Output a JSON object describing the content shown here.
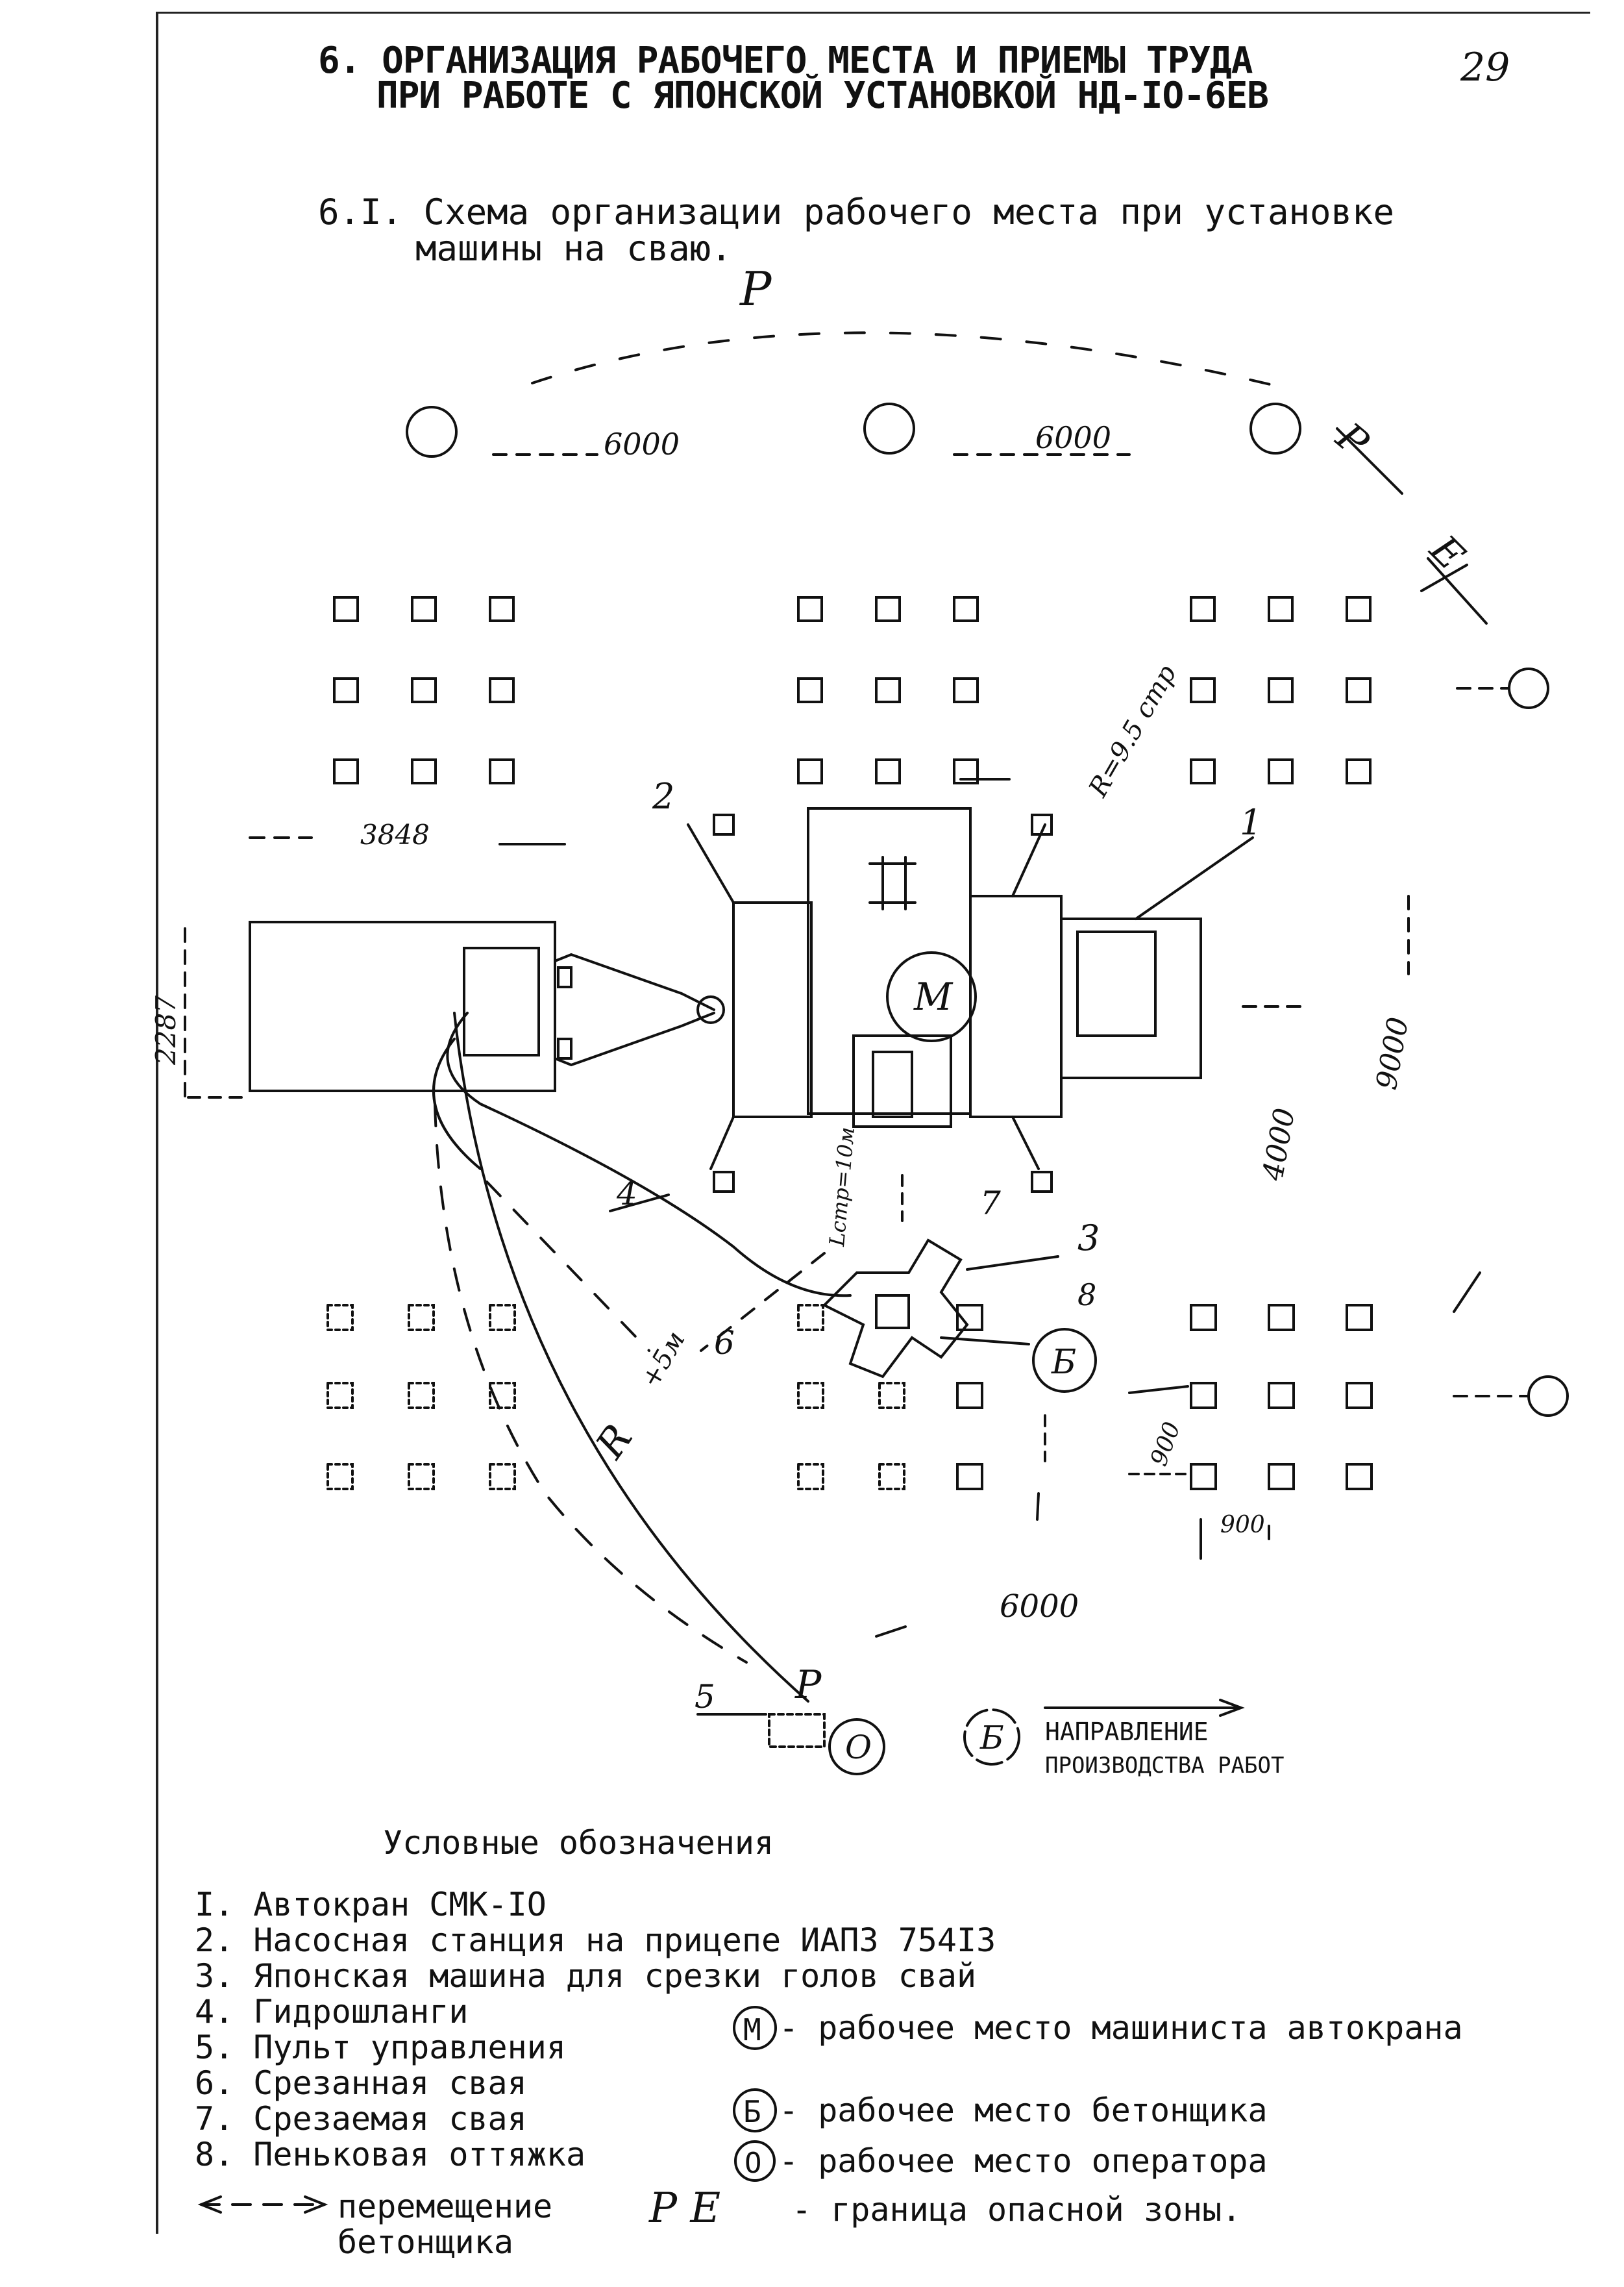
{
  "header": {
    "title_line1": "6. ОРГАНИЗАЦИЯ РАБОЧЕГО МЕСТА И ПРИЕМЫ ТРУДА",
    "title_line2": "ПРИ РАБОТЕ С ЯПОНСКОЙ УСТАНОВКОЙ НД-IO-6ЕВ",
    "page_number": "29"
  },
  "section": {
    "line1": "6.I. Схема организации рабочего места при установке",
    "line2": "машины на сваю."
  },
  "diagram": {
    "dim_6000_left": "6000",
    "dim_6000_right": "6000",
    "dim_6000_bottom": "6000",
    "dim_3848": "3848",
    "dim_2287": "2287",
    "dim_9000": "9000",
    "dim_4000": "4000",
    "dim_900_v": "900",
    "dim_900_h": "900",
    "radius_crane": "R=9.5 стр",
    "radius_line": "Lстр=10м",
    "radius_R": "R",
    "dim_5m": "+5м",
    "label_P_top": "Р",
    "label_P_right": "Р",
    "label_P_bottom": "Р",
    "label_E_right": "Е",
    "num1": "1",
    "num2": "2",
    "num3": "3",
    "num4": "4",
    "num5": "5",
    "num6": "6",
    "num7": "7",
    "num8": "8",
    "marker_M": "М",
    "marker_B": "Б",
    "marker_O": "О",
    "direction_marker": "Б",
    "direction_line1": "НАПРАВЛЕНИЕ",
    "direction_line2": "ПРОИЗВОДСТВА РАБОТ"
  },
  "legend": {
    "title": "Условные обозначения",
    "items": [
      "I. Автокран СМК-IO",
      "2. Насосная станция на прицепе ИАПЗ 754I3",
      "3. Японская машина для срезки голов свай",
      "4. Гидрошланги",
      "5. Пульт управления",
      "6. Срезанная свая",
      "7. Срезаемая свая",
      "8. Пеньковая оттяжка"
    ],
    "move_label_line1": "перемещение",
    "move_label_line2": "бетонщика",
    "symbols": [
      {
        "mark": "М",
        "text": "- рабочее место машиниста автокрана"
      },
      {
        "mark": "Б",
        "text": "- рабочее место бетонщика"
      },
      {
        "mark": "О",
        "text": "- рабочее место оператора"
      }
    ],
    "danger_mark": "Р Е",
    "danger_text": "- граница опасной зоны."
  }
}
